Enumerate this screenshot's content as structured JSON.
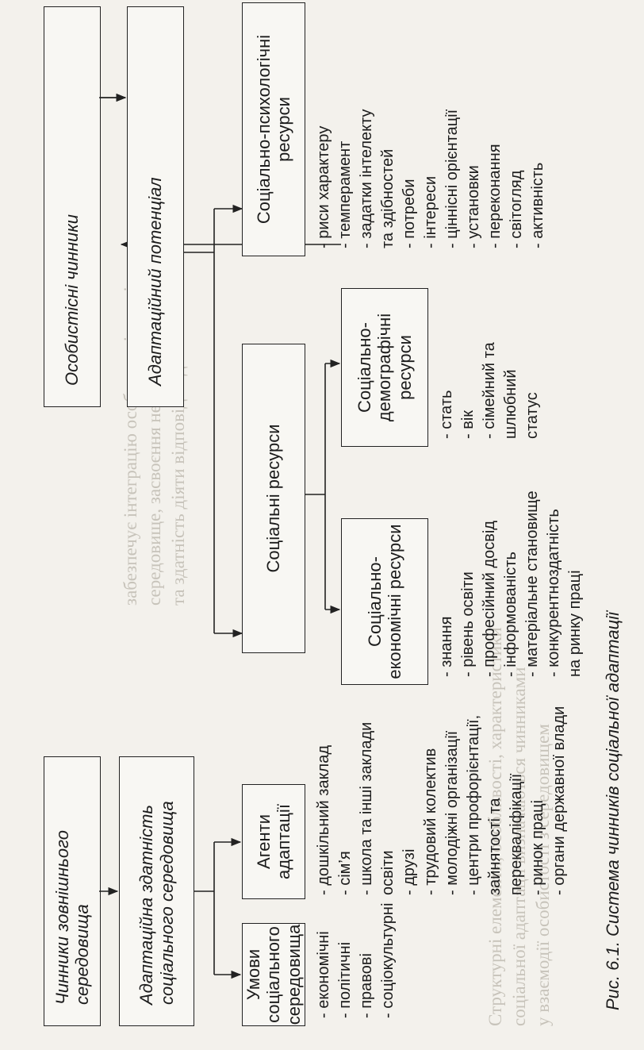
{
  "diagram": {
    "left": {
      "title": "Особистісні чинники",
      "potential": "Адаптаційний потенціал",
      "psych": {
        "title": "Соціально-психологічні ресурси",
        "items": [
          "- риси характеру",
          "- темперамент",
          "- задатки інтелекту",
          "та здібностей",
          "- потреби",
          "- інтереси",
          "- ціннісні орієнтації",
          "- установки",
          "- переконання",
          "- світогляд",
          "- активність"
        ]
      },
      "social": {
        "title": "Соціальні ресурси",
        "demo": {
          "title": "Соціально-демографічні ресурси",
          "items": [
            "- стать",
            "- вік",
            "- сімейний та",
            "шлюбний",
            "статус"
          ]
        },
        "econ": {
          "title": "Соціально-економічні ресурси",
          "items": [
            "- знання",
            "- рівень освіти",
            "- професійний досвід",
            "- інформованість",
            "- матеріальне становище",
            "- конкурентноздатність",
            "на ринку праці"
          ]
        }
      }
    },
    "right": {
      "title": "Чинники зовнішнього середовища",
      "capacity": "Адаптаційна здатність соціального середовища",
      "agents": {
        "title": "Агенти адаптації",
        "items": [
          "- дошкільний заклад",
          "- сім’я",
          "- школа та інші заклади",
          "освіти",
          "- друзі",
          "- трудовий колектив",
          "- молодіжні організації",
          "- центри профорієнтації,",
          "зайнятості та",
          "перекваліфікації",
          "- ринок праці",
          "- органи державної влади"
        ]
      },
      "conditions": {
        "title": "Умови соціального середовища",
        "items": [
          "- економічні",
          "- політичні",
          "- правові",
          "- соціокультурні"
        ]
      }
    },
    "caption": "Рис. 6.1. Система чинників соціальної адаптації"
  },
  "colors": {
    "line": "#222222",
    "paper": "#f3f1ec",
    "ghost": "#c7c3ba"
  }
}
